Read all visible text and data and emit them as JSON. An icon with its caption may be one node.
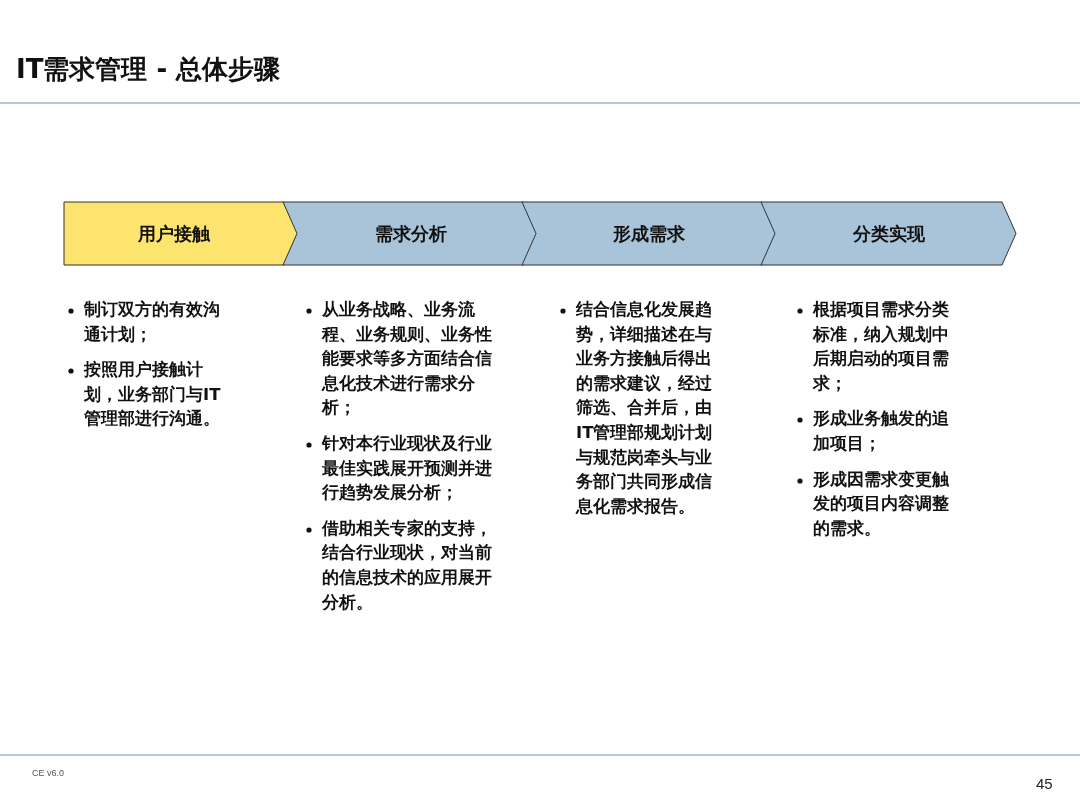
{
  "diagram": {
    "title": "IT需求管理 - 总体步骤",
    "nodes": [
      {
        "text": [
          "用户接触"
        ],
        "beside": [
          "制订双方的有效沟通计划；",
          "按照用户接触计划，业务部门与IT管理部进行沟通。"
        ]
      },
      {
        "text": [
          "需求分析"
        ],
        "beside": [
          "从业务战略、业务流程、业务规则、业务性能要求等多方面结合信息化技术进行需求分析；",
          "针对本行业现状及行业最佳实践展开预测并进行趋势发展分析；",
          "借助相关专家的支持，结合行业现状，对当前的信息技术的应用展开分析。"
        ]
      },
      {
        "text": [
          "形成需求"
        ],
        "beside": [
          "结合信息化发展趋势，详细描述在与业务方接触后得出的需求建议，经过筛选、合并后，由IT管理部规划计划与规范岗牵头与业务部门共同形成信息化需求报告。"
        ]
      },
      {
        "text": [
          "分类实现"
        ],
        "beside": [
          "根据项目需求分类标准，纳入规划中后期启动的项目需求；",
          "形成业务触发的追加项目；",
          "形成因需求变更触发的项目内容调整的需求。"
        ]
      }
    ],
    "labels": [
      "CE v6.0",
      "45"
    ]
  }
}
